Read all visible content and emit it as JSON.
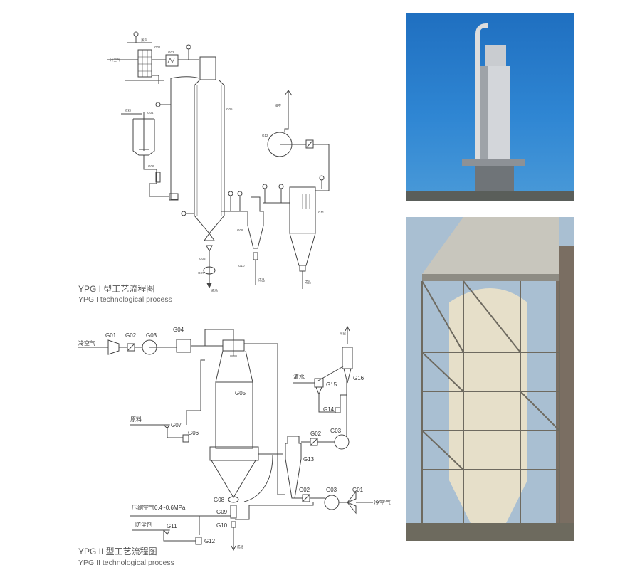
{
  "diagram_ypg1": {
    "caption_cn": "YPG I  型工艺流程图",
    "caption_en": "YPG I  technological process",
    "labels": {
      "steam": "蒸汽",
      "cold_air": "冷空气",
      "material": "原料",
      "exhaust": "排空",
      "product": "成品",
      "G01": "G01",
      "G02": "G02",
      "G04": "G04",
      "G05": "G05",
      "G06": "G06",
      "G03": "G03",
      "G06b": "G06",
      "G07": "G07",
      "G08": "G08",
      "G10": "G10",
      "G11": "G11",
      "G12": "G12"
    }
  },
  "diagram_ypg2": {
    "caption_cn": "YPG II  型工艺流程图",
    "caption_en": "YPG II  technological process",
    "labels": {
      "cold_air_left": "冷空气",
      "cold_air_right": "冷空气",
      "material": "原料",
      "compressed_air": "压缩空气0.4~0.6MPa",
      "anti_dust": "防尘剂",
      "clean_water": "清水",
      "exhaust": "排空",
      "product": "成品",
      "G01": "G01",
      "G02": "G02",
      "G03": "G03",
      "G04": "G04",
      "G05": "G05",
      "G06": "G06",
      "G07": "G07",
      "G08": "G08",
      "G09": "G09",
      "G10": "G10",
      "G11": "G11",
      "G12": "G12",
      "G13": "G13",
      "G14": "G14",
      "G15": "G15",
      "G16": "G16",
      "G02b": "G02",
      "G03b": "G03",
      "G02c": "G02",
      "G03c": "G03",
      "G01c": "G01"
    }
  },
  "photos": {
    "top": "spray-drying-tower-exterior",
    "bottom": "spray-dryer-in-steel-frame"
  }
}
